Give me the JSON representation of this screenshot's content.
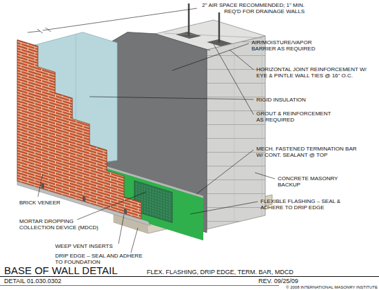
{
  "diagram": {
    "title": "BASE OF WALL DETAIL",
    "labels": [
      "2\" AIR SPACE RECOMMENDED; 1\" MIN. REQ'D FOR DRAINAGE WALLS",
      "AIR/MOISTURE/VAPOR BARRIER AS REQUIRED",
      "HORIZONTAL JOINT REINFORCEMENT W/ EYE & PINTLE WALL TIES @ 16\" O.C.",
      "RIGID INSULATION",
      "GROUT & REINFORCEMENT AS REQUIRED",
      "MECH. FASTENED TERMINATION BAR W/ CONT. SEALANT @ TOP",
      "CONCRETE MASONRY BACKUP",
      "FLEXIBLE FLASHING – SEAL & ADHERE TO DRIP EDGE",
      "BRICK VENEER",
      "MORTAR DROPPING COLLECTION DEVICE (MDCD)",
      "WEEP VENT INSERTS",
      "DRIP EDGE – SEAL AND ADHERE TO FOUNDATION",
      "FLEX. FLASHING, DRIP EDGE, TERM. BAR, MDCD",
      "DETAIL 01.030.0302",
      "REV. 09/25/09",
      "© 2008 INTERNATIONAL MASONRY INSTITUTE"
    ]
  }
}
